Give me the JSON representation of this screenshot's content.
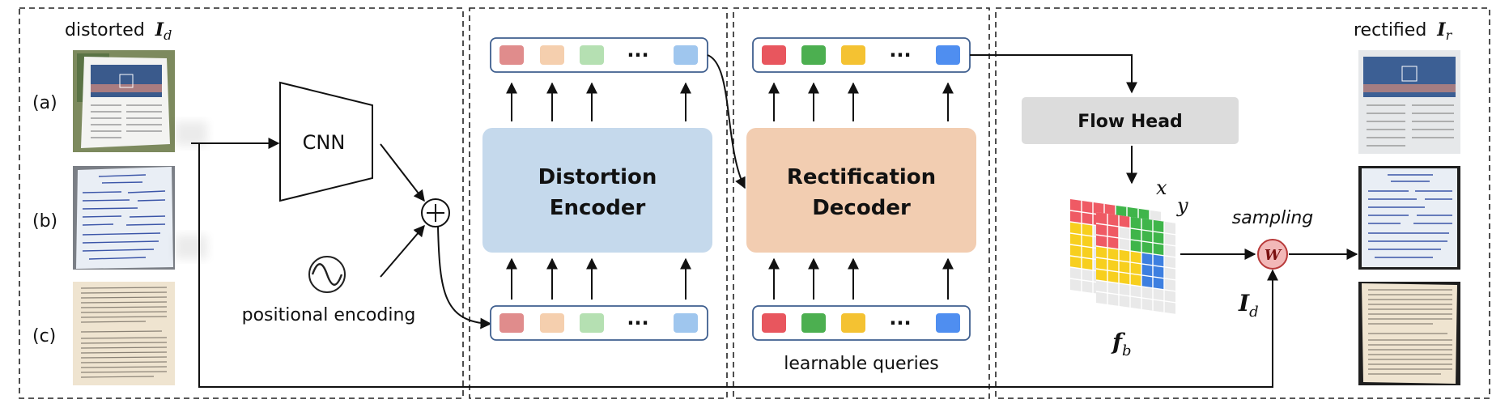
{
  "labels": {
    "distorted": "distorted",
    "distorted_sym": "I",
    "distorted_sub": "d",
    "rectified": "rectified",
    "rectified_sym": "I",
    "rectified_sub": "r",
    "row_a": "(a)",
    "row_b": "(b)",
    "row_c": "(c)",
    "cnn": "CNN",
    "positional_encoding": "positional encoding",
    "encoder_line1": "Distortion",
    "encoder_line2": "Encoder",
    "decoder_line1": "Rectification",
    "decoder_line2": "Decoder",
    "learnable_queries": "learnable queries",
    "flow_head": "Flow Head",
    "axis_x": "x",
    "axis_y": "y",
    "sampling": "sampling",
    "sampler_symbol": "W",
    "id_sym": "I",
    "id_sub": "d",
    "fb_sym": "f",
    "fb_sub": "b",
    "ellipsis": "···"
  },
  "colors": {
    "encoder_fill": "#c5d9ec",
    "decoder_fill": "#f2cdb1",
    "flow_head_fill": "#dcdcdc",
    "sampler_fill": "#f2b8b8",
    "token_border": "#3f5f8f",
    "encoder_tokens": [
      "#e08c8c",
      "#f5cfae",
      "#b5e0b2",
      "#9fc6ee"
    ],
    "decoder_tokens": [
      "#e8565e",
      "#4caf50",
      "#f4c232",
      "#4f8ef0"
    ],
    "flow_red": "#ef5a64",
    "flow_green": "#3fb54a",
    "flow_yellow": "#f7cf1e",
    "flow_blue": "#3d7fe0",
    "flow_grey": "#e9e9e9"
  }
}
